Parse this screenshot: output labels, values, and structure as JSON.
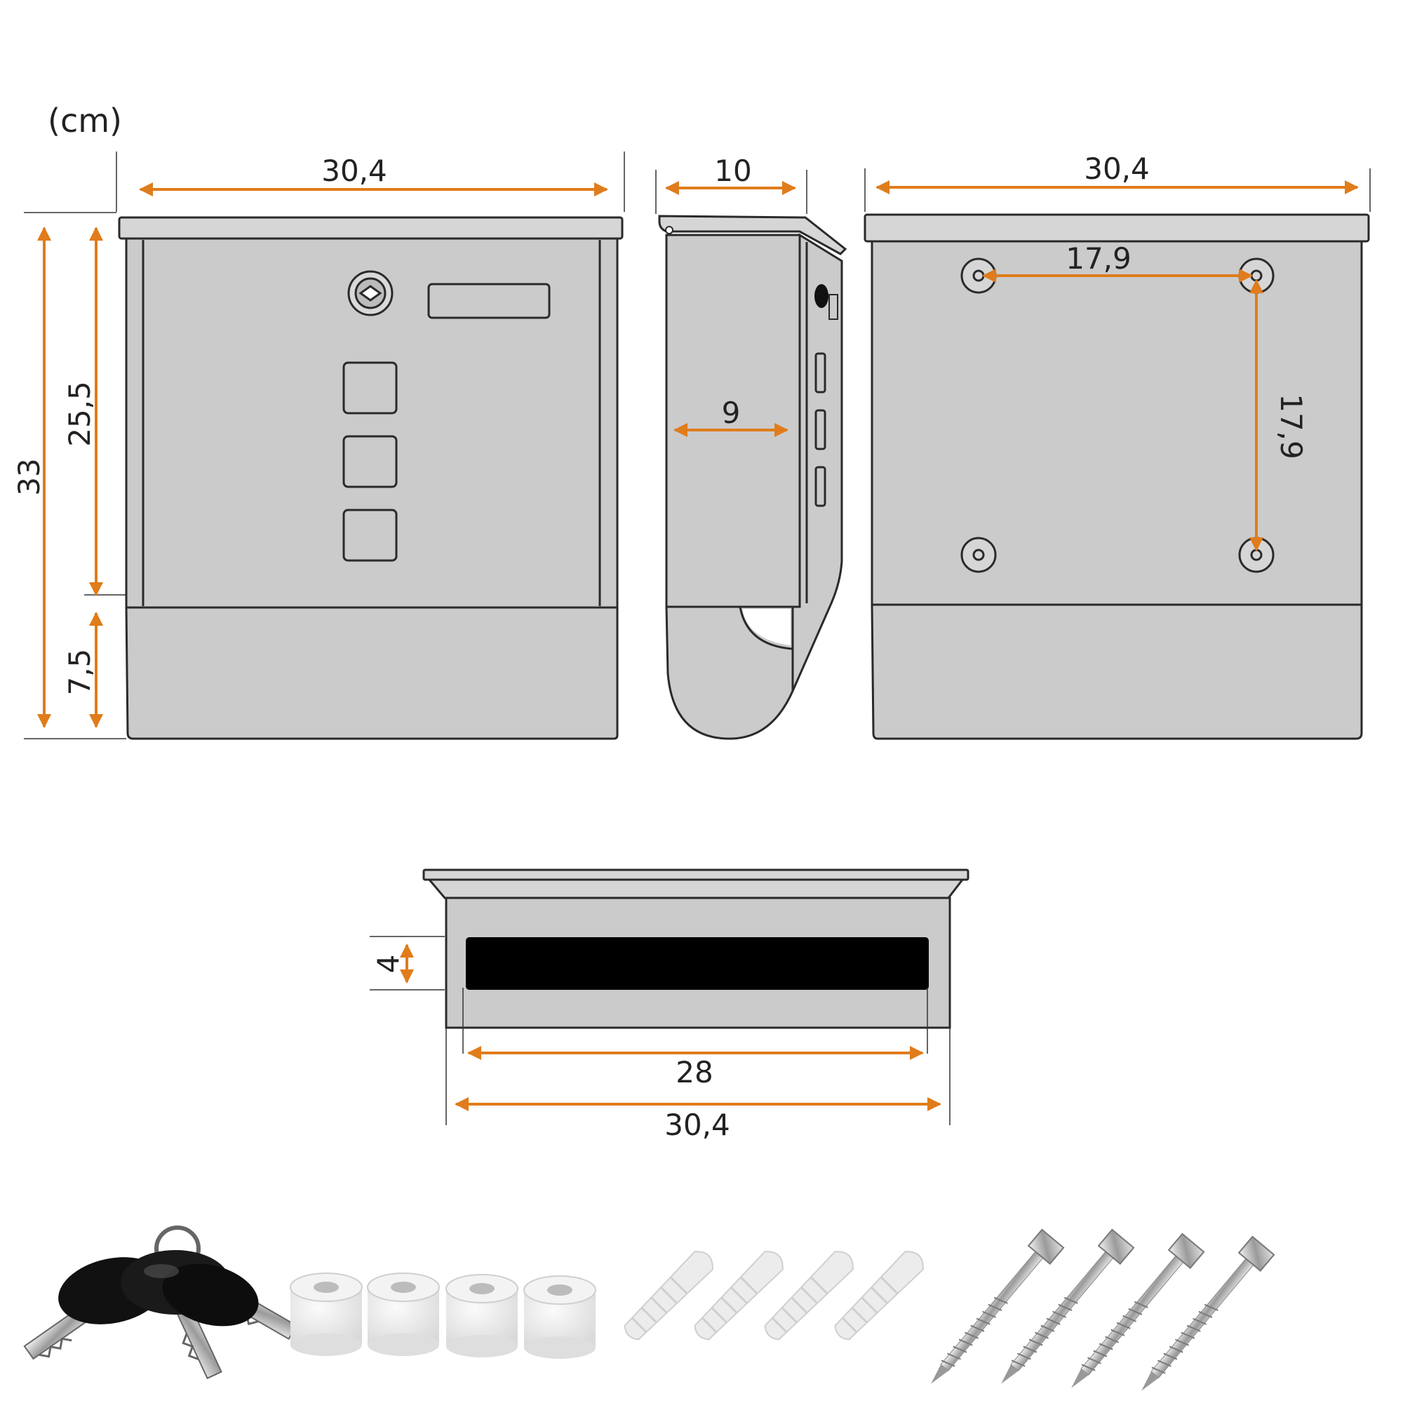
{
  "units": "(cm)",
  "colors": {
    "dimension": "#e07c1b",
    "body": "#cbcbcb",
    "outline": "#2a2a2a",
    "slot": "#000000"
  },
  "front_view": {
    "width": "30,4",
    "total_height": "33",
    "upper_height": "25,5",
    "lower_height": "7,5"
  },
  "side_view": {
    "depth": "10",
    "inner_depth": "9"
  },
  "back_view": {
    "width": "30,4",
    "hole_spacing_horizontal": "17,9",
    "hole_spacing_vertical": "17,9"
  },
  "top_view": {
    "slot_height": "4",
    "slot_width": "28",
    "width": "30,4"
  },
  "accessories": [
    {
      "name": "keys",
      "icon": "key-icon",
      "count": 3
    },
    {
      "name": "spacers",
      "icon": "spacer-icon",
      "count": 4
    },
    {
      "name": "wall-plugs",
      "icon": "wall-plug-icon",
      "count": 4
    },
    {
      "name": "screws",
      "icon": "screw-icon",
      "count": 4
    }
  ]
}
